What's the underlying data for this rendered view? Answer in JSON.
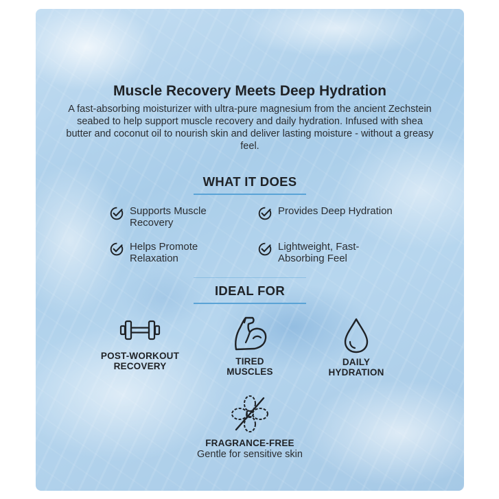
{
  "title": "Muscle Recovery Meets Deep Hydration",
  "intro": "A fast-absorbing moisturizer with ultra-pure magnesium from the ancient Zechstein seabed to help support muscle recovery and daily hydration. Infused with shea butter and coconut oil to nourish skin and deliver lasting moisture - without a greasy feel.",
  "what_it_does": {
    "heading": "WHAT IT DOES",
    "items": [
      {
        "label": "Supports Muscle Recovery",
        "icon": "check-circle-icon"
      },
      {
        "label": "Provides Deep Hydration",
        "icon": "check-circle-icon"
      },
      {
        "label": "Helps Promote Relaxation",
        "icon": "check-circle-icon"
      },
      {
        "label": "Lightweight, Fast-Absorbing Feel",
        "icon": "check-circle-icon"
      }
    ]
  },
  "ideal_for": {
    "heading": "IDEAL FOR",
    "items": [
      {
        "label_line1": "POST-WORKOUT",
        "label_line2": "RECOVERY",
        "icon": "dumbbell-icon"
      },
      {
        "label_line1": "TIRED",
        "label_line2": "MUSCLES",
        "icon": "flexed-arm-icon"
      },
      {
        "label_line1": "DAILY",
        "label_line2": "HYDRATION",
        "icon": "water-drop-icon"
      },
      {
        "label_line1": "FRAGRANCE-FREE",
        "sub": "Gentle for sensitive skin",
        "icon": "no-fragrance-flower-icon"
      }
    ]
  },
  "colors": {
    "accent_rule": "#5aa3d6",
    "text": "#1f2226",
    "background": "#b7d6ee"
  }
}
